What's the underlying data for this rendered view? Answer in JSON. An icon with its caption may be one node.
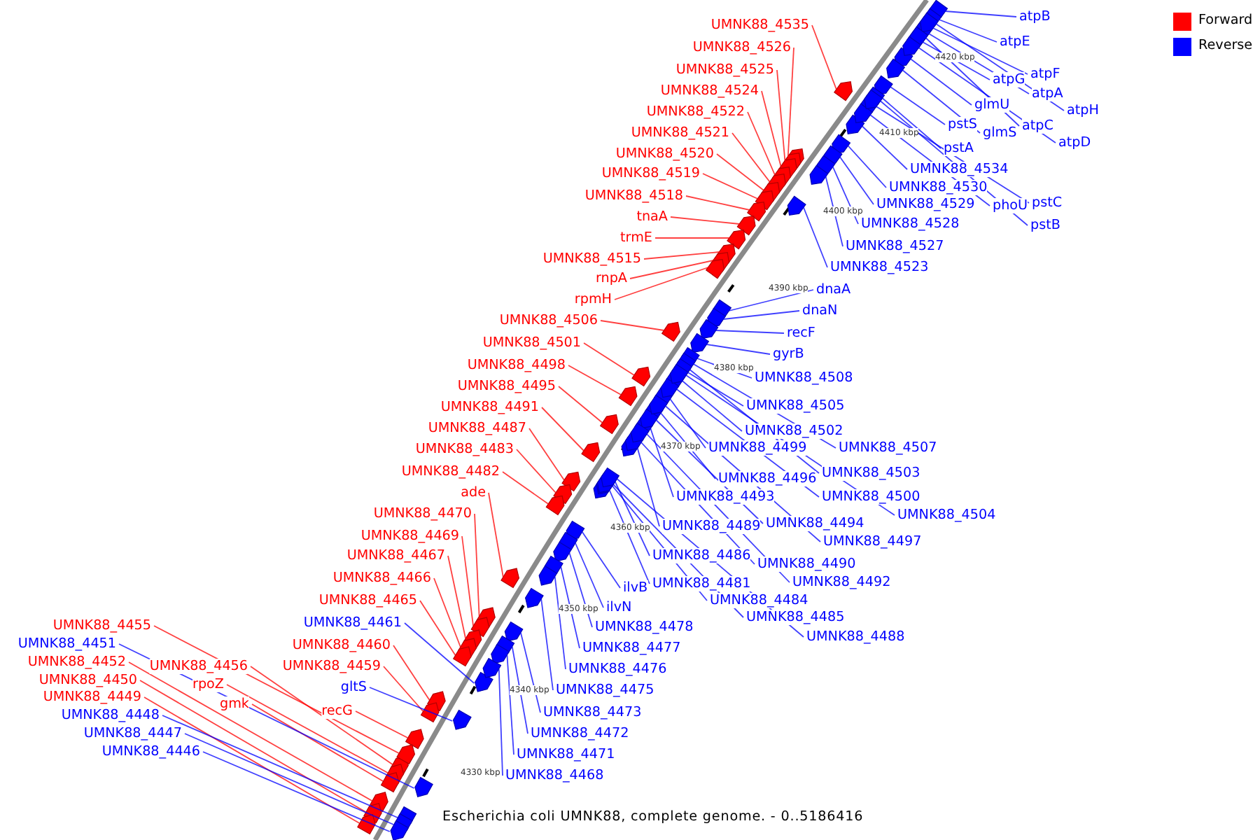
{
  "diagram": {
    "caption": "Escherichia coli UMNK88, complete genome. - 0..5186416",
    "nodes": [
      {
        "text": [
          "UMNK88_4535"
        ]
      },
      {
        "text": [
          "UMNK88_4526"
        ]
      },
      {
        "text": [
          "UMNK88_4525"
        ]
      },
      {
        "text": [
          "UMNK88_4524"
        ]
      },
      {
        "text": [
          "UMNK88_4522"
        ]
      },
      {
        "text": [
          "UMNK88_4521"
        ]
      },
      {
        "text": [
          "UMNK88_4520"
        ]
      },
      {
        "text": [
          "UMNK88_4519"
        ]
      },
      {
        "text": [
          "UMNK88_4518"
        ]
      },
      {
        "text": [
          "tnaA"
        ]
      },
      {
        "text": [
          "trmE"
        ]
      },
      {
        "text": [
          "UMNK88_4515"
        ]
      },
      {
        "text": [
          "rnpA"
        ]
      },
      {
        "text": [
          "rpmH"
        ]
      },
      {
        "text": [
          "UMNK88_4506"
        ]
      },
      {
        "text": [
          "UMNK88_4501"
        ]
      },
      {
        "text": [
          "UMNK88_4498"
        ]
      },
      {
        "text": [
          "UMNK88_4495"
        ]
      },
      {
        "text": [
          "UMNK88_4491"
        ]
      },
      {
        "text": [
          "UMNK88_4487"
        ]
      },
      {
        "text": [
          "UMNK88_4483"
        ]
      },
      {
        "text": [
          "UMNK88_4482"
        ]
      },
      {
        "text": [
          "ade"
        ]
      },
      {
        "text": [
          "UMNK88_4470"
        ]
      },
      {
        "text": [
          "UMNK88_4469"
        ]
      },
      {
        "text": [
          "UMNK88_4467"
        ]
      },
      {
        "text": [
          "UMNK88_4466"
        ]
      },
      {
        "text": [
          "UMNK88_4465"
        ]
      },
      {
        "text": [
          "UMNK88_4461"
        ]
      },
      {
        "text": [
          "UMNK88_4460"
        ]
      },
      {
        "text": [
          "UMNK88_4459"
        ]
      },
      {
        "text": [
          "gltS"
        ]
      },
      {
        "text": [
          "recG"
        ]
      },
      {
        "text": [
          "UMNK88_4456"
        ]
      },
      {
        "text": [
          "rpoZ"
        ]
      },
      {
        "text": [
          "gmk"
        ]
      },
      {
        "text": [
          "UMNK88_4455"
        ]
      },
      {
        "text": [
          "UMNK88_4451"
        ]
      },
      {
        "text": [
          "UMNK88_4452"
        ]
      },
      {
        "text": [
          "UMNK88_4450"
        ]
      },
      {
        "text": [
          "UMNK88_4449"
        ]
      },
      {
        "text": [
          "UMNK88_4448"
        ]
      },
      {
        "text": [
          "UMNK88_4447"
        ]
      },
      {
        "text": [
          "UMNK88_4446"
        ]
      },
      {
        "text": [
          "atpB"
        ]
      },
      {
        "text": [
          "atpE"
        ]
      },
      {
        "text": [
          "atpF"
        ]
      },
      {
        "text": [
          "atpG"
        ]
      },
      {
        "text": [
          "atpA"
        ]
      },
      {
        "text": [
          "atpH"
        ]
      },
      {
        "text": [
          "glmU"
        ]
      },
      {
        "text": [
          "atpC"
        ]
      },
      {
        "text": [
          "pstS"
        ]
      },
      {
        "text": [
          "glmS"
        ]
      },
      {
        "text": [
          "atpD"
        ]
      },
      {
        "text": [
          "pstA"
        ]
      },
      {
        "text": [
          "UMNK88_4534"
        ]
      },
      {
        "text": [
          "UMNK88_4530"
        ]
      },
      {
        "text": [
          "pstC"
        ]
      },
      {
        "text": [
          "UMNK88_4529"
        ]
      },
      {
        "text": [
          "phoU"
        ]
      },
      {
        "text": [
          "UMNK88_4528"
        ]
      },
      {
        "text": [
          "pstB"
        ]
      },
      {
        "text": [
          "UMNK88_4527"
        ]
      },
      {
        "text": [
          "UMNK88_4523"
        ]
      },
      {
        "text": [
          "dnaA"
        ]
      },
      {
        "text": [
          "dnaN"
        ]
      },
      {
        "text": [
          "recF"
        ]
      },
      {
        "text": [
          "gyrB"
        ]
      },
      {
        "text": [
          "UMNK88_4508"
        ]
      },
      {
        "text": [
          "UMNK88_4505"
        ]
      },
      {
        "text": [
          "UMNK88_4502"
        ]
      },
      {
        "text": [
          "UMNK88_4507"
        ]
      },
      {
        "text": [
          "UMNK88_4499"
        ]
      },
      {
        "text": [
          "UMNK88_4503"
        ]
      },
      {
        "text": [
          "UMNK88_4496"
        ]
      },
      {
        "text": [
          "UMNK88_4500"
        ]
      },
      {
        "text": [
          "UMNK88_4493"
        ]
      },
      {
        "text": [
          "UMNK88_4504"
        ]
      },
      {
        "text": [
          "UMNK88_4494"
        ]
      },
      {
        "text": [
          "UMNK88_4489"
        ]
      },
      {
        "text": [
          "UMNK88_4497"
        ]
      },
      {
        "text": [
          "UMNK88_4486"
        ]
      },
      {
        "text": [
          "UMNK88_4490"
        ]
      },
      {
        "text": [
          "UMNK88_4492"
        ]
      },
      {
        "text": [
          "UMNK88_4481"
        ]
      },
      {
        "text": [
          "ilvB"
        ]
      },
      {
        "text": [
          "UMNK88_4484"
        ]
      },
      {
        "text": [
          "ilvN"
        ]
      },
      {
        "text": [
          "UMNK88_4485"
        ]
      },
      {
        "text": [
          "UMNK88_4478"
        ]
      },
      {
        "text": [
          "UMNK88_4488"
        ]
      },
      {
        "text": [
          "UMNK88_4477"
        ]
      },
      {
        "text": [
          "UMNK88_4476"
        ]
      },
      {
        "text": [
          "UMNK88_4475"
        ]
      },
      {
        "text": [
          "UMNK88_4473"
        ]
      },
      {
        "text": [
          "UMNK88_4472"
        ]
      },
      {
        "text": [
          "UMNK88_4471"
        ]
      },
      {
        "text": [
          "UMNK88_4468"
        ]
      },
      {
        "text": [],
        "shape": "pentagon"
      },
      {
        "text": [],
        "shape": "pentagon"
      },
      {
        "text": [],
        "shape": "pentagon"
      },
      {
        "text": [],
        "shape": "pentagon"
      },
      {
        "text": [],
        "shape": "pentagon"
      },
      {
        "text": [],
        "shape": "pentagon"
      },
      {
        "text": [],
        "shape": "pentagon"
      },
      {
        "text": [],
        "shape": "pentagon"
      },
      {
        "text": [],
        "shape": "pentagon"
      },
      {
        "text": [],
        "shape": "pentagon"
      },
      {
        "text": [],
        "shape": "pentagon"
      },
      {
        "text": [],
        "shape": "pentagon"
      },
      {
        "text": [],
        "shape": "pentagon"
      },
      {
        "text": [],
        "shape": "pentagon"
      },
      {
        "text": [],
        "shape": "pentagon"
      },
      {
        "text": [],
        "shape": "pentagon"
      },
      {
        "text": [],
        "shape": "pentagon"
      },
      {
        "text": [],
        "shape": "pentagon"
      },
      {
        "text": [],
        "shape": "pentagon"
      },
      {
        "text": [],
        "shape": "pentagon"
      },
      {
        "text": [],
        "shape": "pentagon"
      },
      {
        "text": [],
        "shape": "pentagon"
      },
      {
        "text": [],
        "shape": "pentagon"
      },
      {
        "text": [],
        "shape": "pentagon"
      },
      {
        "text": [],
        "shape": "pentagon"
      },
      {
        "text": [],
        "shape": "pentagon"
      },
      {
        "text": [],
        "shape": "pentagon"
      },
      {
        "text": [],
        "shape": "pentagon"
      },
      {
        "text": [],
        "shape": "pentagon"
      },
      {
        "text": [],
        "shape": "pentagon"
      },
      {
        "text": [],
        "shape": "pentagon"
      },
      {
        "text": [],
        "shape": "pentagon"
      },
      {
        "text": [],
        "shape": "pentagon"
      },
      {
        "text": [],
        "shape": "pentagon"
      },
      {
        "text": [],
        "shape": "pentagon"
      },
      {
        "text": [],
        "shape": "pentagon"
      },
      {
        "text": [],
        "shape": "pentagon"
      },
      {
        "text": [],
        "shape": "pentagon"
      },
      {
        "text": [],
        "shape": "pentagon"
      },
      {
        "text": [],
        "shape": "pentagon"
      },
      {
        "text": [],
        "shape": "pentagon"
      },
      {
        "text": [],
        "shape": "pentagon"
      },
      {
        "text": [],
        "shape": "pentagon"
      },
      {
        "text": [],
        "shape": "pentagon"
      },
      {
        "text": [],
        "shape": "pentagon"
      },
      {
        "text": [],
        "shape": "pentagon"
      },
      {
        "text": [],
        "shape": "pentagon"
      },
      {
        "text": [],
        "shape": "pentagon"
      },
      {
        "text": [],
        "shape": "pentagon"
      },
      {
        "text": [],
        "shape": "pentagon"
      },
      {
        "text": [],
        "shape": "pentagon"
      },
      {
        "text": [],
        "shape": "pentagon"
      },
      {
        "text": [],
        "shape": "pentagon"
      },
      {
        "text": [],
        "shape": "pentagon"
      },
      {
        "text": [],
        "shape": "pentagon"
      },
      {
        "text": [],
        "shape": "pentagon"
      },
      {
        "text": [],
        "shape": "pentagon"
      },
      {
        "text": [],
        "shape": "pentagon"
      },
      {
        "text": [],
        "shape": "pentagon"
      },
      {
        "text": [],
        "shape": "pentagon"
      },
      {
        "text": [],
        "shape": "pentagon"
      },
      {
        "text": [],
        "shape": "pentagon"
      },
      {
        "text": [],
        "shape": "pentagon"
      },
      {
        "text": [],
        "shape": "pentagon"
      },
      {
        "text": [],
        "shape": "pentagon"
      },
      {
        "text": [],
        "shape": "pentagon"
      },
      {
        "text": [],
        "shape": "pentagon"
      },
      {
        "text": [],
        "shape": "pentagon"
      },
      {
        "text": [],
        "shape": "pentagon"
      },
      {
        "text": [],
        "shape": "pentagon"
      },
      {
        "text": [],
        "shape": "pentagon"
      },
      {
        "text": [],
        "shape": "pentagon"
      },
      {
        "text": [],
        "shape": "pentagon"
      },
      {
        "text": [],
        "shape": "pentagon"
      },
      {
        "text": [],
        "shape": "pentagon"
      },
      {
        "text": [],
        "shape": "pentagon"
      },
      {
        "text": [],
        "shape": "pentagon"
      },
      {
        "text": [],
        "shape": "pentagon"
      },
      {
        "text": [],
        "shape": "pentagon"
      },
      {
        "text": [],
        "shape": "pentagon"
      },
      {
        "text": [],
        "shape": "pentagon"
      },
      {
        "text": [],
        "shape": "pentagon"
      },
      {
        "text": [],
        "shape": "pentagon"
      },
      {
        "text": [],
        "shape": "pentagon"
      },
      {
        "text": [],
        "shape": "pentagon"
      },
      {
        "text": [],
        "shape": "pentagon"
      },
      {
        "text": [],
        "shape": "pentagon"
      },
      {
        "text": [],
        "shape": "pentagon"
      },
      {
        "text": [],
        "shape": "pentagon"
      },
      {
        "text": [],
        "shape": "pentagon"
      },
      {
        "text": [],
        "shape": "pentagon"
      },
      {
        "text": [],
        "shape": "pentagon"
      },
      {
        "text": [],
        "shape": "pentagon"
      },
      {
        "text": [],
        "shape": "pentagon"
      },
      {
        "text": [],
        "shape": "pentagon"
      },
      {
        "text": [],
        "shape": "pentagon"
      },
      {
        "text": [],
        "shape": "pentagon"
      },
      {
        "text": [],
        "shape": "pentagon"
      },
      {
        "text": [],
        "shape": "pentagon"
      }
    ],
    "edges": [
      {
        "from": 0,
        "to": 99,
        "arrow": "none",
        "color": "#ff0000"
      },
      {
        "from": 1,
        "to": 100,
        "arrow": "none",
        "color": "#ff0000"
      },
      {
        "from": 2,
        "to": 101,
        "arrow": "none",
        "color": "#ff0000"
      },
      {
        "from": 3,
        "to": 102,
        "arrow": "none",
        "color": "#ff0000"
      },
      {
        "from": 4,
        "to": 103,
        "arrow": "none",
        "color": "#ff0000"
      },
      {
        "from": 5,
        "to": 104,
        "arrow": "none",
        "color": "#ff0000"
      },
      {
        "from": 6,
        "to": 105,
        "arrow": "none",
        "color": "#ff0000"
      },
      {
        "from": 7,
        "to": 106,
        "arrow": "none",
        "color": "#ff0000"
      },
      {
        "from": 8,
        "to": 107,
        "arrow": "none",
        "color": "#ff0000"
      },
      {
        "from": 9,
        "to": 108,
        "arrow": "none",
        "color": "#ff0000"
      },
      {
        "from": 10,
        "to": 109,
        "arrow": "none",
        "color": "#ff0000"
      },
      {
        "from": 11,
        "to": 110,
        "arrow": "none",
        "color": "#ff0000"
      },
      {
        "from": 12,
        "to": 111,
        "arrow": "none",
        "color": "#ff0000"
      },
      {
        "from": 13,
        "to": 112,
        "arrow": "none",
        "color": "#ff0000"
      },
      {
        "from": 14,
        "to": 113,
        "arrow": "none",
        "color": "#ff0000"
      },
      {
        "from": 15,
        "to": 114,
        "arrow": "none",
        "color": "#ff0000"
      },
      {
        "from": 16,
        "to": 115,
        "arrow": "none",
        "color": "#ff0000"
      },
      {
        "from": 17,
        "to": 116,
        "arrow": "none",
        "color": "#ff0000"
      },
      {
        "from": 18,
        "to": 117,
        "arrow": "none",
        "color": "#ff0000"
      },
      {
        "from": 19,
        "to": 118,
        "arrow": "none",
        "color": "#ff0000"
      },
      {
        "from": 20,
        "to": 119,
        "arrow": "none",
        "color": "#ff0000"
      },
      {
        "from": 21,
        "to": 120,
        "arrow": "none",
        "color": "#ff0000"
      },
      {
        "from": 22,
        "to": 121,
        "arrow": "none",
        "color": "#ff0000"
      },
      {
        "from": 23,
        "to": 122,
        "arrow": "none",
        "color": "#ff0000"
      },
      {
        "from": 24,
        "to": 123,
        "arrow": "none",
        "color": "#ff0000"
      },
      {
        "from": 25,
        "to": 124,
        "arrow": "none",
        "color": "#ff0000"
      },
      {
        "from": 26,
        "to": 125,
        "arrow": "none",
        "color": "#ff0000"
      },
      {
        "from": 27,
        "to": 126,
        "arrow": "none",
        "color": "#ff0000"
      },
      {
        "from": 28,
        "to": 127,
        "arrow": "none",
        "color": "#0000ff"
      },
      {
        "from": 29,
        "to": 128,
        "arrow": "none",
        "color": "#ff0000"
      },
      {
        "from": 30,
        "to": 129,
        "arrow": "none",
        "color": "#ff0000"
      },
      {
        "from": 31,
        "to": 130,
        "arrow": "none",
        "color": "#0000ff"
      },
      {
        "from": 32,
        "to": 131,
        "arrow": "none",
        "color": "#ff0000"
      },
      {
        "from": 33,
        "to": 132,
        "arrow": "none",
        "color": "#ff0000"
      },
      {
        "from": 34,
        "to": 133,
        "arrow": "none",
        "color": "#ff0000"
      },
      {
        "from": 35,
        "to": 134,
        "arrow": "none",
        "color": "#ff0000"
      },
      {
        "from": 36,
        "to": 135,
        "arrow": "none",
        "color": "#ff0000"
      },
      {
        "from": 37,
        "to": 136,
        "arrow": "none",
        "color": "#0000ff"
      },
      {
        "from": 38,
        "to": 137,
        "arrow": "none",
        "color": "#ff0000"
      },
      {
        "from": 39,
        "to": 138,
        "arrow": "none",
        "color": "#ff0000"
      },
      {
        "from": 40,
        "to": 139,
        "arrow": "none",
        "color": "#ff0000"
      },
      {
        "from": 41,
        "to": 140,
        "arrow": "none",
        "color": "#0000ff"
      },
      {
        "from": 42,
        "to": 141,
        "arrow": "none",
        "color": "#0000ff"
      },
      {
        "from": 43,
        "to": 142,
        "arrow": "none",
        "color": "#0000ff"
      },
      {
        "from": 44,
        "to": 143,
        "arrow": "none",
        "color": "#0000ff"
      },
      {
        "from": 45,
        "to": 144,
        "arrow": "none",
        "color": "#0000ff"
      },
      {
        "from": 46,
        "to": 145,
        "arrow": "none",
        "color": "#0000ff"
      },
      {
        "from": 47,
        "to": 146,
        "arrow": "none",
        "color": "#0000ff"
      },
      {
        "from": 48,
        "to": 147,
        "arrow": "none",
        "color": "#0000ff"
      },
      {
        "from": 49,
        "to": 148,
        "arrow": "none",
        "color": "#0000ff"
      },
      {
        "from": 50,
        "to": 149,
        "arrow": "none",
        "color": "#0000ff"
      },
      {
        "from": 51,
        "to": 150,
        "arrow": "none",
        "color": "#0000ff"
      },
      {
        "from": 52,
        "to": 151,
        "arrow": "none",
        "color": "#0000ff"
      },
      {
        "from": 53,
        "to": 152,
        "arrow": "none",
        "color": "#0000ff"
      },
      {
        "from": 54,
        "to": 153,
        "arrow": "none",
        "color": "#0000ff"
      },
      {
        "from": 55,
        "to": 154,
        "arrow": "none",
        "color": "#0000ff"
      },
      {
        "from": 56,
        "to": 155,
        "arrow": "none",
        "color": "#0000ff"
      },
      {
        "from": 57,
        "to": 156,
        "arrow": "none",
        "color": "#0000ff"
      },
      {
        "from": 58,
        "to": 157,
        "arrow": "none",
        "color": "#0000ff"
      },
      {
        "from": 59,
        "to": 158,
        "arrow": "none",
        "color": "#0000ff"
      },
      {
        "from": 60,
        "to": 159,
        "arrow": "none",
        "color": "#0000ff"
      },
      {
        "from": 61,
        "to": 160,
        "arrow": "none",
        "color": "#0000ff"
      },
      {
        "from": 62,
        "to": 161,
        "arrow": "none",
        "color": "#0000ff"
      },
      {
        "from": 63,
        "to": 162,
        "arrow": "none",
        "color": "#0000ff"
      },
      {
        "from": 64,
        "to": 163,
        "arrow": "none",
        "color": "#0000ff"
      },
      {
        "from": 65,
        "to": 164,
        "arrow": "none",
        "color": "#0000ff"
      },
      {
        "from": 66,
        "to": 165,
        "arrow": "none",
        "color": "#0000ff"
      },
      {
        "from": 67,
        "to": 166,
        "arrow": "none",
        "color": "#0000ff"
      },
      {
        "from": 68,
        "to": 167,
        "arrow": "none",
        "color": "#0000ff"
      },
      {
        "from": 69,
        "to": 168,
        "arrow": "none",
        "color": "#0000ff"
      },
      {
        "from": 70,
        "to": 169,
        "arrow": "none",
        "color": "#0000ff"
      },
      {
        "from": 71,
        "to": 170,
        "arrow": "none",
        "color": "#0000ff"
      },
      {
        "from": 72,
        "to": 171,
        "arrow": "none",
        "color": "#0000ff"
      },
      {
        "from": 73,
        "to": 172,
        "arrow": "none",
        "color": "#0000ff"
      },
      {
        "from": 74,
        "to": 173,
        "arrow": "none",
        "color": "#0000ff"
      },
      {
        "from": 75,
        "to": 174,
        "arrow": "none",
        "color": "#0000ff"
      },
      {
        "from": 76,
        "to": 175,
        "arrow": "none",
        "color": "#0000ff"
      },
      {
        "from": 77,
        "to": 176,
        "arrow": "none",
        "color": "#0000ff"
      },
      {
        "from": 78,
        "to": 177,
        "arrow": "none",
        "color": "#0000ff"
      },
      {
        "from": 79,
        "to": 178,
        "arrow": "none",
        "color": "#0000ff"
      },
      {
        "from": 80,
        "to": 179,
        "arrow": "none",
        "color": "#0000ff"
      },
      {
        "from": 81,
        "to": 180,
        "arrow": "none",
        "color": "#0000ff"
      },
      {
        "from": 82,
        "to": 181,
        "arrow": "none",
        "color": "#0000ff"
      },
      {
        "from": 83,
        "to": 182,
        "arrow": "none",
        "color": "#0000ff"
      },
      {
        "from": 84,
        "to": 183,
        "arrow": "none",
        "color": "#0000ff"
      },
      {
        "from": 85,
        "to": 184,
        "arrow": "none",
        "color": "#0000ff"
      },
      {
        "from": 86,
        "to": 185,
        "arrow": "none",
        "color": "#0000ff"
      },
      {
        "from": 87,
        "to": 186,
        "arrow": "none",
        "color": "#0000ff"
      },
      {
        "from": 88,
        "to": 187,
        "arrow": "none",
        "color": "#0000ff"
      },
      {
        "from": 89,
        "to": 188,
        "arrow": "none",
        "color": "#0000ff"
      },
      {
        "from": 90,
        "to": 189,
        "arrow": "none",
        "color": "#0000ff"
      },
      {
        "from": 91,
        "to": 190,
        "arrow": "none",
        "color": "#0000ff"
      },
      {
        "from": 92,
        "to": 191,
        "arrow": "none",
        "color": "#0000ff"
      },
      {
        "from": 93,
        "to": 192,
        "arrow": "none",
        "color": "#0000ff"
      },
      {
        "from": 94,
        "to": 193,
        "arrow": "none",
        "color": "#0000ff"
      },
      {
        "from": 95,
        "to": 194,
        "arrow": "none",
        "color": "#0000ff"
      },
      {
        "from": 96,
        "to": 195,
        "arrow": "none",
        "color": "#0000ff"
      },
      {
        "from": 97,
        "to": 196,
        "arrow": "none",
        "color": "#0000ff"
      },
      {
        "from": 98,
        "to": 197,
        "arrow": "none",
        "color": "#0000ff"
      }
    ],
    "labels": [
      "4420 kbp",
      "4410 kbp",
      "4400 kbp",
      "4390 kbp",
      "4380 kbp",
      "4370 kbp",
      "4360 kbp",
      "4350 kbp",
      "4340 kbp",
      "4330 kbp"
    ],
    "legend": [
      {
        "text": "Forward",
        "color": "#ff0000"
      },
      {
        "text": "Reverse",
        "color": "#0000ff"
      }
    ]
  }
}
